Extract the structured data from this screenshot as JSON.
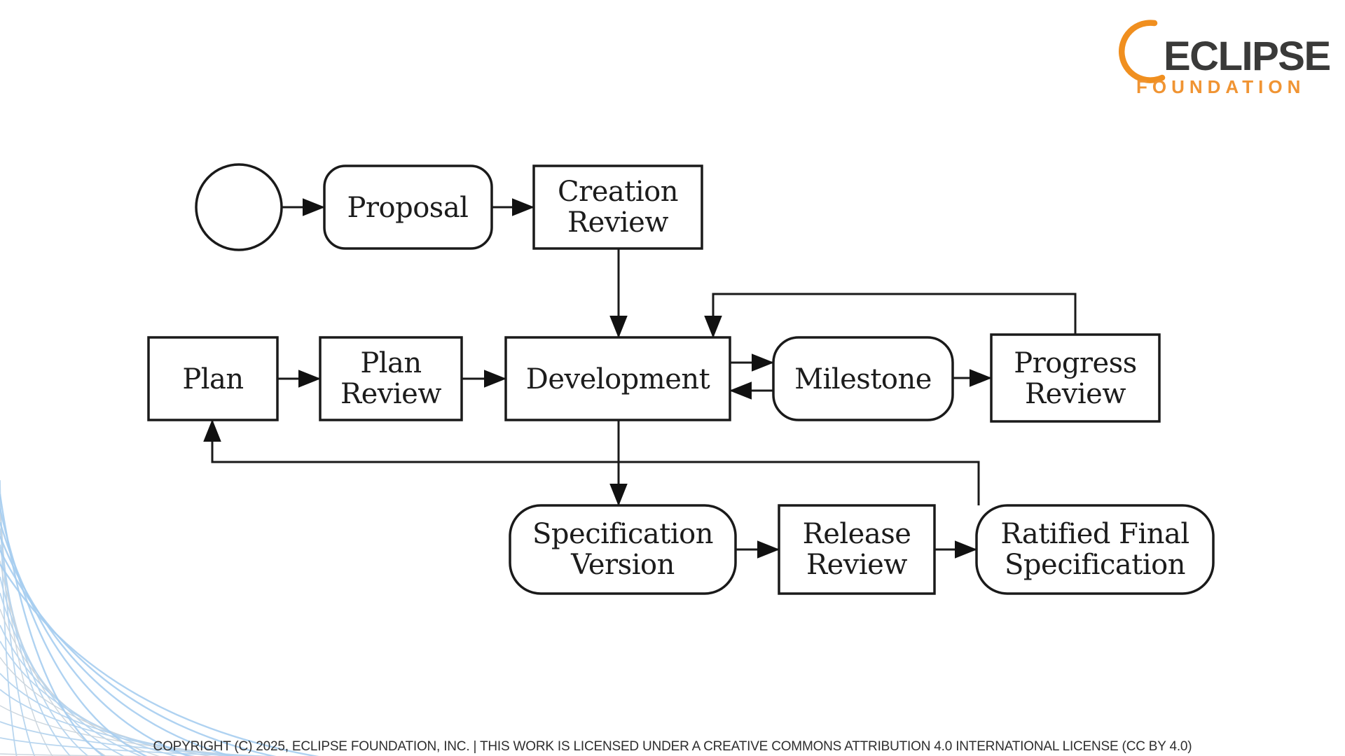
{
  "logo": {
    "eclipse": "ECLIPSE",
    "foundation": "FOUNDATION",
    "eclipse_color": "#3a3a39",
    "foundation_color": "#f09433",
    "crescent_color": "#f08f1f"
  },
  "footer": {
    "copyright": "COPYRIGHT (C) 2025, ECLIPSE FOUNDATION, INC. | THIS WORK IS LICENSED UNDER A CREATIVE COMMONS ATTRIBUTION 4.0 INTERNATIONAL LICENSE (CC BY 4.0)"
  },
  "diagram": {
    "stroke_color": "#1a1a1a",
    "nodes": {
      "start": {
        "type": "circle",
        "label": ""
      },
      "proposal": {
        "type": "rounded",
        "label": "Proposal"
      },
      "creation_review": {
        "type": "rect",
        "line1": "Creation",
        "line2": "Review"
      },
      "plan": {
        "type": "rect",
        "label": "Plan"
      },
      "plan_review": {
        "type": "rect",
        "line1": "Plan",
        "line2": "Review"
      },
      "development": {
        "type": "rect",
        "label": "Development"
      },
      "milestone": {
        "type": "rounded",
        "label": "Milestone"
      },
      "progress_review": {
        "type": "rect",
        "line1": "Progress",
        "line2": "Review"
      },
      "specification_version": {
        "type": "rounded",
        "line1": "Specification",
        "line2": "Version"
      },
      "release_review": {
        "type": "rect",
        "line1": "Release",
        "line2": "Review"
      },
      "ratified_final_specification": {
        "type": "rounded",
        "line1": "Ratified Final",
        "line2": "Specification"
      }
    },
    "edges": [
      {
        "from": "start",
        "to": "proposal"
      },
      {
        "from": "proposal",
        "to": "creation_review"
      },
      {
        "from": "creation_review",
        "to": "development"
      },
      {
        "from": "plan",
        "to": "plan_review"
      },
      {
        "from": "plan_review",
        "to": "development"
      },
      {
        "from": "development",
        "to": "milestone"
      },
      {
        "from": "milestone",
        "to": "development"
      },
      {
        "from": "milestone",
        "to": "progress_review"
      },
      {
        "from": "progress_review",
        "to": "development"
      },
      {
        "from": "development",
        "to": "specification_version"
      },
      {
        "from": "specification_version",
        "to": "release_review"
      },
      {
        "from": "release_review",
        "to": "ratified_final_specification"
      },
      {
        "from": "ratified_final_specification",
        "to": "plan"
      }
    ]
  },
  "decor": {
    "main_color": "#b5d4ee",
    "alt_color": "#c9d4dc",
    "bright_color": "#a6cdef"
  }
}
